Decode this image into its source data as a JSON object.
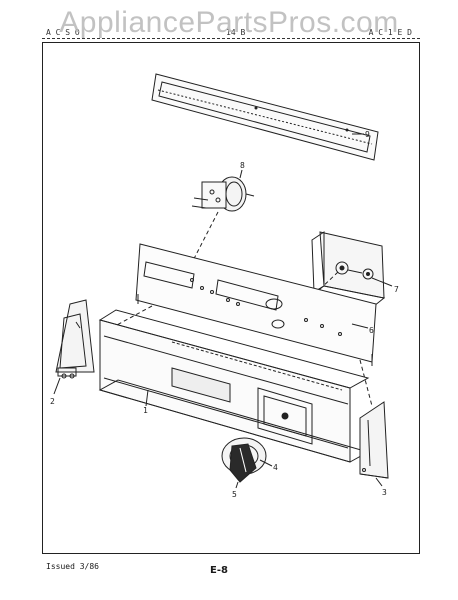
{
  "watermark": "AppliancePartsPros.com",
  "header": {
    "left": "A C S O",
    "middle": "14 B",
    "right": "A C 1 E D"
  },
  "callouts": {
    "p1": "1",
    "p2": "2",
    "p3": "3",
    "p4": "4",
    "p5": "5",
    "p6": "6",
    "p7": "7",
    "p8": "8",
    "p9": "9"
  },
  "footer": {
    "issued": "Issued 3/86",
    "page": "E-8"
  }
}
